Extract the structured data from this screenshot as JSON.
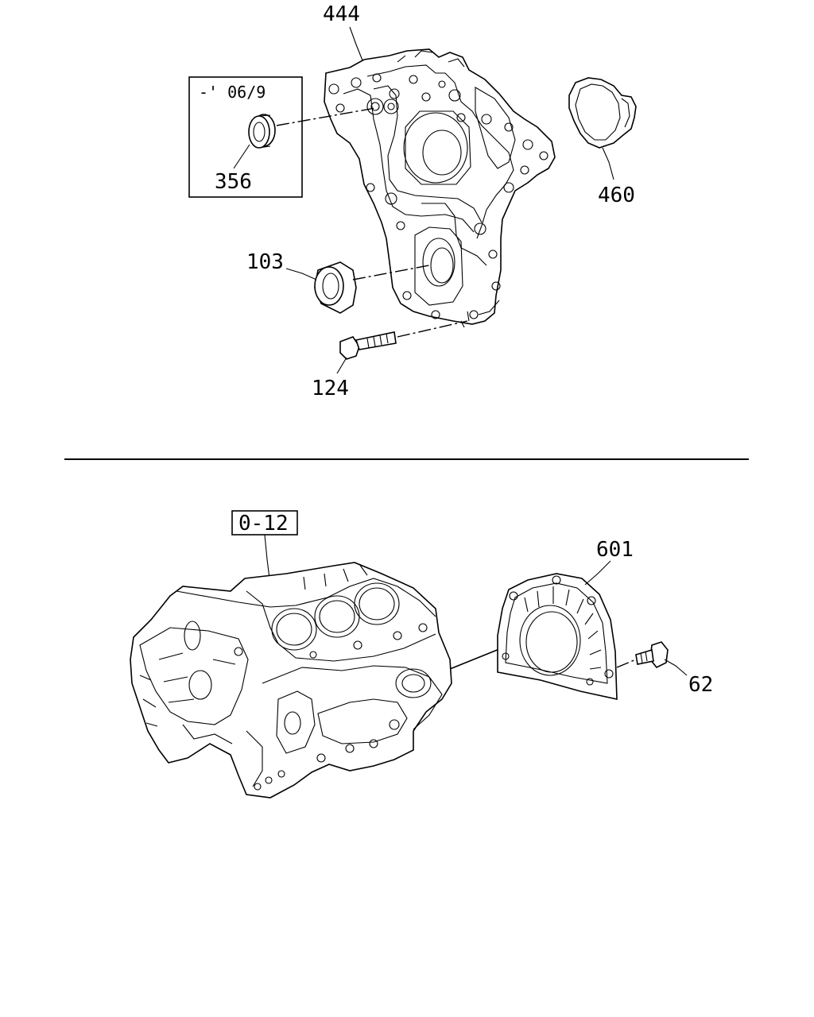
{
  "callouts": {
    "timing_cover": "444",
    "seal_small": "356",
    "gasket": "460",
    "front_seal": "103",
    "bolt_front": "124",
    "rear_seal_housing": "601",
    "bolt_rear": "62"
  },
  "inset_box": {
    "note": "-' 06/9"
  },
  "reference_box": {
    "label": "0-12"
  }
}
